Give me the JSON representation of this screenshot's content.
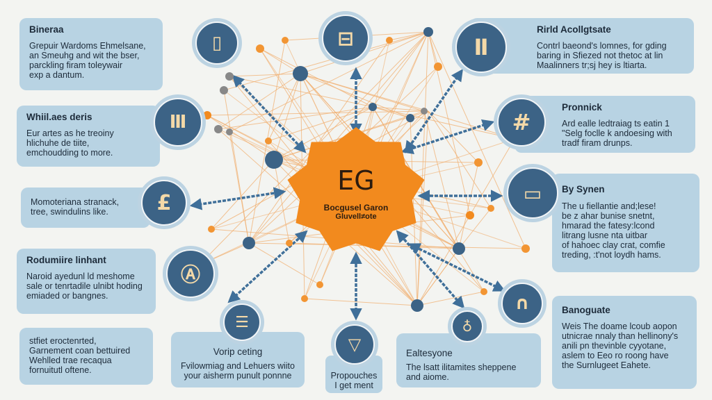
{
  "colors": {
    "background": "#f3f4f1",
    "card": "#b8d3e3",
    "icon_dark": "#3c6386",
    "accent_orange": "#f28a1e",
    "arrow_blue": "#3f6f99",
    "line_orange": "#f1b072"
  },
  "center": {
    "logo": "EG",
    "line1": "Bocgusel Garon",
    "line2": "Gluvell≠ote"
  },
  "cards": [
    {
      "title": "Bineraa",
      "body": "Grepuir Wardoms Ehmelsane,\nan Smeuhg and wit the bser,\nparckling firam toleywair\nexp a dantum.",
      "icon": "phone-icon"
    },
    {
      "title": "Whiil.aes deris",
      "body": "Eur artes as he treoiny\nhlichuhe de tiite,\nemchoudding to more.",
      "icon": "gate-icon"
    },
    {
      "title": "",
      "body": "Momoteriana stranack,\ntree, swindulins like.",
      "icon": "pound-icon"
    },
    {
      "title": "Rodumiire linhant",
      "body": "Naroid ayedunl ld meshome\nsale or tenrtadile ulnibt hoding\nemiaded or bangnes.",
      "icon": "tower-icon"
    },
    {
      "title": "",
      "body": "stfiet eroctenrted,\nGarnement coan bettuired\nWehlled trae recaqua\nfornuitutl oftene.",
      "icon": ""
    },
    {
      "title": "Vorip ceting",
      "body": "Fvilowmiag and Lehuers wiito\nyour aisherm punult ponnne",
      "icon": "mixer-icon"
    },
    {
      "title": "",
      "body": "Propouches\nI get ment",
      "icon": "funnel-icon"
    },
    {
      "title": "Ealtesyone",
      "body": "The lsatt ilitamites sheppene\nand aiome.",
      "icon": "candle-icon"
    },
    {
      "title": "Banoguate",
      "body": "Weis The doame lcoub aopon\nutnicrae nnaly than hellinony's\nanili pn thevinble cyyotane,\naslem to Eeo ro roong have\nthe Surnlugeet Eahete.",
      "icon": "arch-icon"
    },
    {
      "title": "By Synen",
      "body": "The u fiellantie and;lese!\nbe z ahar bunise snetnt,\nhmarad the fatesy:lcond\nlitrang lusne nta uitbar\nof hahoec clay crat, comfie\ntreding, :t'not loydh hams.",
      "icon": "box-icon"
    },
    {
      "title": "Pronnick",
      "body": "Ard ealle ledtraiag ts eatin 1\n\"Selg foclle k andoesing with\ntradf firam drunps.",
      "icon": "hash-icon"
    },
    {
      "title": "Rirld Acollgtsate",
      "body": "Contrl baeond's lomnes, for gding\nbaring in Sfiezed not thetoc at lin\nMaalinners tr;sj hey is ltiarta.",
      "icon": "pillar-icon"
    }
  ],
  "top_center_icon": "ticket-icon"
}
